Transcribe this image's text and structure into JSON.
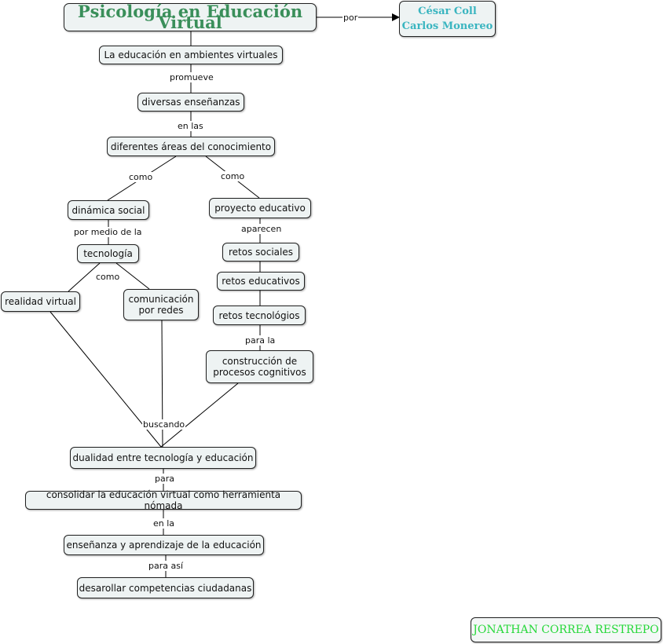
{
  "title": "Psicología en Educación Virtual",
  "authors": {
    "line1": "César Coll",
    "line2": "Carlos Monereo"
  },
  "credit": "JONATHAN CORREA RESTREPO",
  "nodes": {
    "educacion_virtual": "La educación en ambientes virtuales",
    "diversas_ensenanzas": "diversas enseñanzas",
    "areas_conocimiento": "diferentes áreas del conocimiento",
    "dinamica_social": "dinámica social",
    "proyecto_educativo": "proyecto educativo",
    "tecnologia": "tecnología",
    "realidad_virtual": "realidad virtual",
    "comunicacion_redes": "comunicación\npor redes",
    "retos_sociales": "retos sociales",
    "retos_educativos": "retos educativos",
    "retos_tecnologicos": "retos tecnológios",
    "construccion_procesos": "construcción de\nprocesos cognitivos",
    "dualidad": "dualidad entre tecnología y educación",
    "consolidar": "consolidar la educación virtual como herramienta nómada",
    "ensenanza_aprendizaje": "enseñanza y aprendizaje de la educación",
    "competencias": "desarollar competencias ciudadanas"
  },
  "links": {
    "por": "por",
    "promueve": "promueve",
    "en_las": "en las",
    "como_left": "como",
    "como_right": "como",
    "por_medio": "por medio de la",
    "aparecen": "aparecen",
    "como_tec": "como",
    "para_la": "para la",
    "buscando": "buscando",
    "para": "para",
    "en_la": "en la",
    "para_asi": "para así"
  }
}
